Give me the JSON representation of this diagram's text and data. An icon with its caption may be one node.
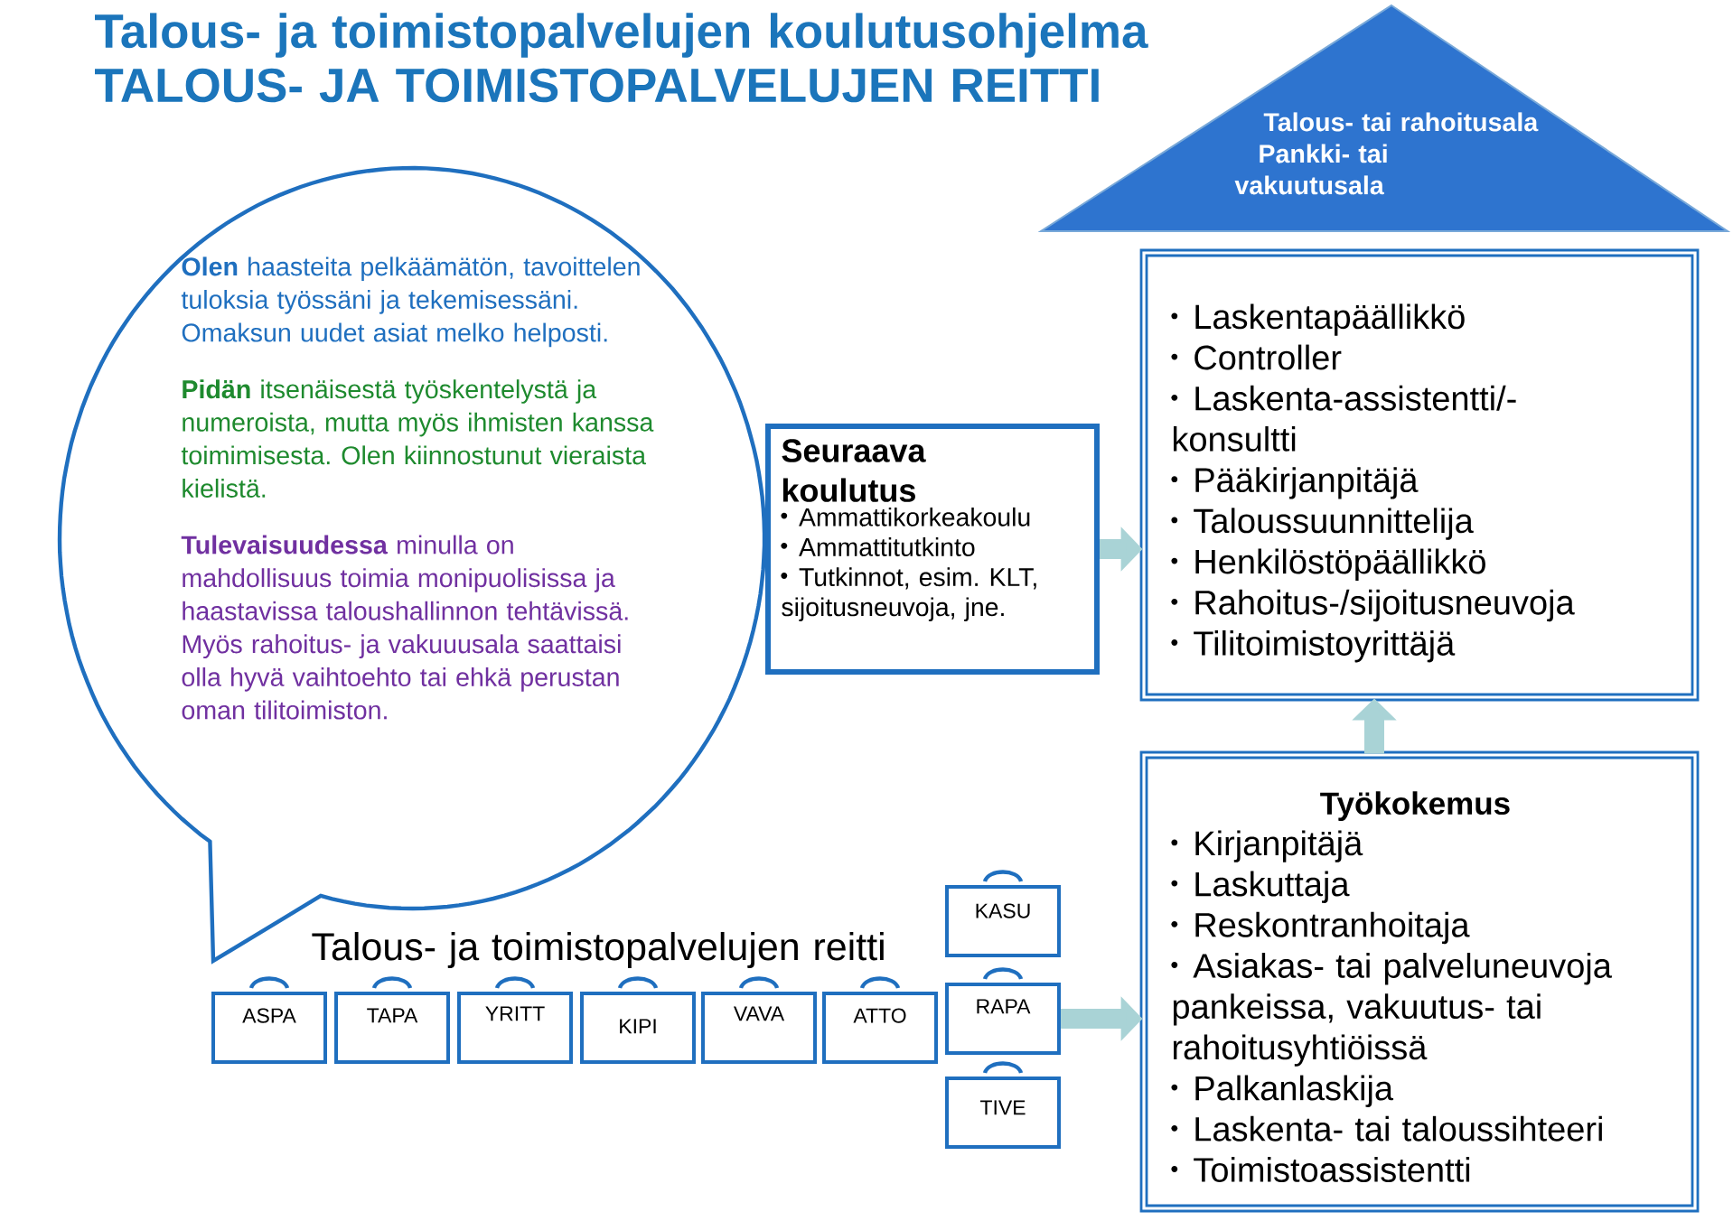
{
  "diagram": {
    "title": "Talous- ja toimistopalvelujen koulutusohjelma TALOUS- JA TOIMISTOPALVELUJEN REITTI",
    "nodes": [
      {
        "text": [
          "**Olen** haasteita pelkäämätön, tavoittelen tuloksia työssäni ja tekemisessäni. Omaksun uudet asiat melko helposti.",
          "**Pidän** itsenäisestä työskentelystä ja numeroista, mutta myös ihmisten kanssa toimimisesta. Olen kiinnostunut vieraista kielistä.",
          "**Tulevaisuudessa** minulla on mahdollisuus toimia monipuolisissa ja haastavissa taloushallinnon tehtävissä. Myös rahoitus- ja vakuuusala saattaisi olla hyvä vaihtoehto tai ehkä perustan oman tilitoimiston."
        ]
      },
      {
        "text": [
          "Seuraava koulutus",
          "Ammattikorkeakoulu",
          "Ammattitutkinto",
          "Tutkinnot, esim. KLT, sijoitusneuvoja, jne."
        ]
      },
      {
        "text": [
          "Talous- tai rahoitusala",
          "Pankki- tai vakuutusala"
        ]
      },
      {
        "text": [
          "Laskentapäällikkö",
          "Controller",
          "Laskenta-assistentti/- konsultti",
          "Pääkirjanpitäjä",
          "Taloussuunnittelija",
          "Henkilöstöpäällikkö",
          "Rahoitus-/sijoitusneuvoja",
          "Tilitoimistoyrittäjä"
        ]
      },
      {
        "text": [
          "Työkokemus",
          "Kirjanpitäjä",
          "Laskuttaja",
          "Reskontranhoitaja",
          "Asiakas- tai palveluneuvoja pankeissa, vakuutus- tai rahoitusyhtiöissä",
          "Palkanlaskija",
          "Laskenta- tai taloussihteeri",
          "Toimistoassistentti"
        ]
      },
      {
        "text": [
          "ASPA"
        ]
      },
      {
        "text": [
          "TAPA"
        ]
      },
      {
        "text": [
          "YRITT"
        ]
      },
      {
        "text": [
          "KIPI"
        ]
      },
      {
        "text": [
          "VAVA"
        ]
      },
      {
        "text": [
          "ATTO"
        ]
      },
      {
        "text": [
          "KASU"
        ]
      },
      {
        "text": [
          "RAPA"
        ]
      },
      {
        "text": [
          "TIVE"
        ]
      }
    ],
    "edges": [
      {
        "from": 1,
        "to": 3,
        "arrow": "to"
      },
      {
        "from": 12,
        "to": 4,
        "arrow": "to"
      },
      {
        "from": 4,
        "to": 3,
        "arrow": "to"
      }
    ],
    "labels": [
      "Talous- ja toimistopalvelujen reitti"
    ]
  }
}
